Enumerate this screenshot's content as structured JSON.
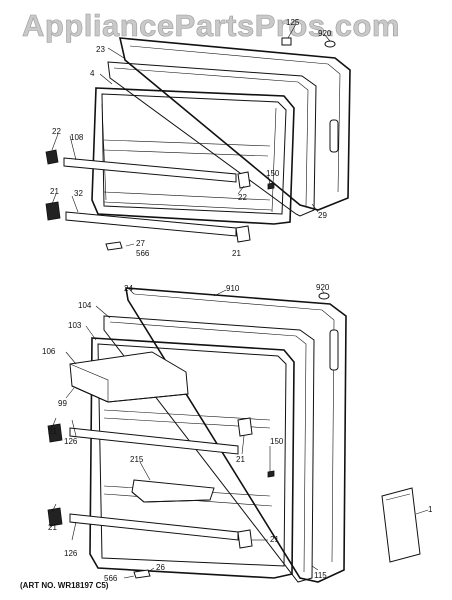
{
  "watermark": "AppliancePartsPros.com",
  "art_number": "(ART NO. WR18197 C5)",
  "callouts": {
    "top": [
      "125",
      "920",
      "23",
      "4",
      "22",
      "108",
      "150",
      "22",
      "21",
      "32",
      "29",
      "27",
      "566",
      "21"
    ],
    "bottom": [
      "24",
      "910",
      "920",
      "104",
      "103",
      "106",
      "99",
      "21",
      "126",
      "215",
      "150",
      "21",
      "21",
      "126",
      "21",
      "1",
      "26",
      "566",
      "115"
    ]
  }
}
